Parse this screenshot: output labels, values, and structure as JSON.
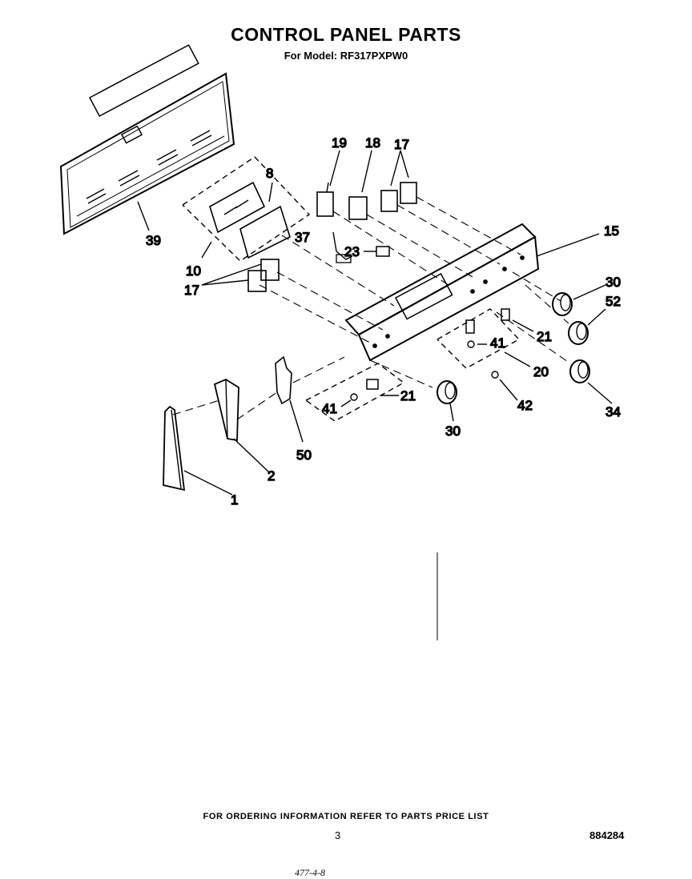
{
  "header": {
    "title": "CONTROL PANEL PARTS",
    "model_line": "For Model: RF317PXPW0"
  },
  "callouts": {
    "c39": "39",
    "c10": "10",
    "c8": "8",
    "c37": "37",
    "c19": "19",
    "c18": "18",
    "c17_top": "17",
    "c17_left": "17",
    "c15": "15",
    "c23": "23",
    "c30_right": "30",
    "c52": "52",
    "c21_right": "21",
    "c41_right": "41",
    "c20": "20",
    "c42": "42",
    "c34": "34",
    "c21_low": "21",
    "c41_low": "41",
    "c30_low": "30",
    "c50": "50",
    "c2": "2",
    "c1": "1"
  },
  "footer": {
    "note": "FOR ORDERING INFORMATION REFER TO PARTS PRICE LIST",
    "page_number": "3",
    "document_number": "884284",
    "handwritten": "477-4-8"
  }
}
